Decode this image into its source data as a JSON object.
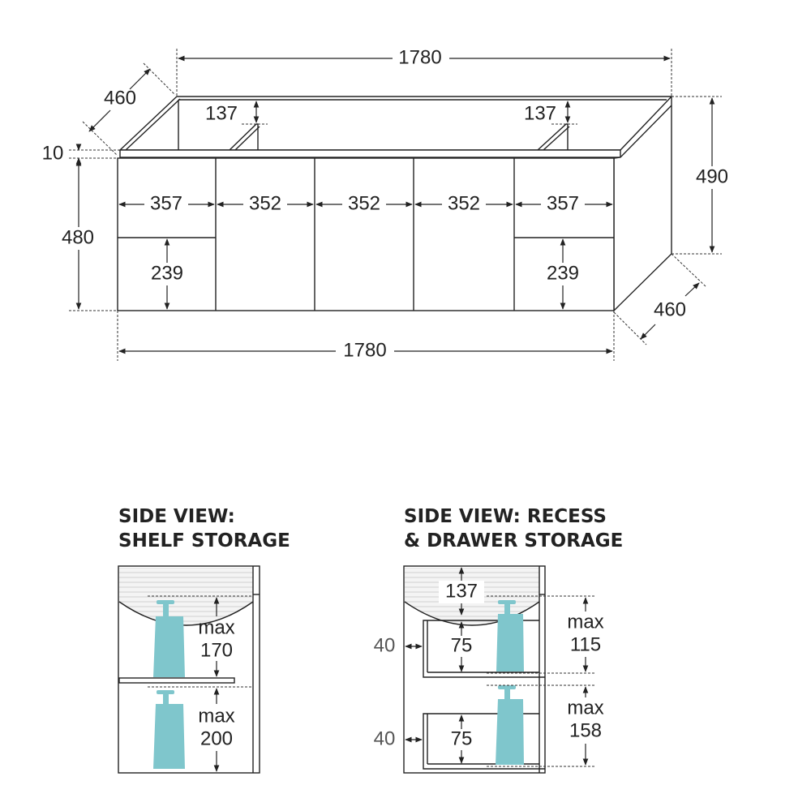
{
  "colors": {
    "line": "#222222",
    "bottle": "#7fc6cc",
    "hatch": "#e6e6e6"
  },
  "front_view": {
    "overall_width_top": "1780",
    "overall_width_bottom": "1780",
    "depth_left": "460",
    "depth_right": "460",
    "top_thickness": "10",
    "body_height": "480",
    "total_height": "490",
    "basin_recess_left": "137",
    "basin_recess_right": "137",
    "section_widths": [
      "357",
      "352",
      "352",
      "352",
      "357"
    ],
    "drawer_height_left": "239",
    "drawer_height_right": "239"
  },
  "shelf_view": {
    "title_line1": "SIDE VIEW:",
    "title_line2": "SHELF STORAGE",
    "upper_label": "max",
    "upper_value": "170",
    "lower_label": "max",
    "lower_value": "200"
  },
  "drawer_view": {
    "title_line1": "SIDE VIEW: RECESS",
    "title_line2": "& DRAWER STORAGE",
    "recess": "137",
    "drawer1_height": "75",
    "drawer2_height": "75",
    "drawer1_offset": "40",
    "drawer2_offset": "40",
    "upper_label": "max",
    "upper_value": "115",
    "lower_label": "max",
    "lower_value": "158"
  }
}
